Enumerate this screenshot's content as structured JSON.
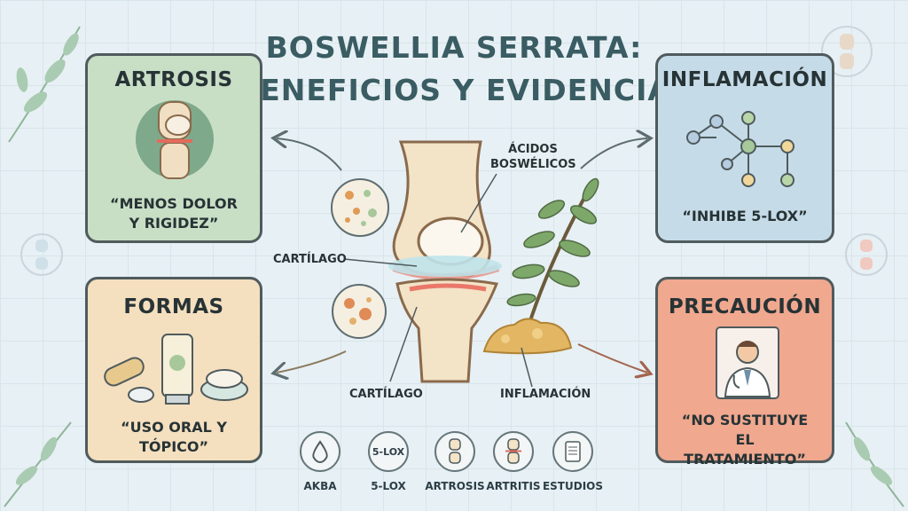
{
  "title": {
    "line1": "BOSWELLIA SERRATA:",
    "line2": "BENEFICIOS Y EVIDENCIA"
  },
  "cards": {
    "artrosis": {
      "heading": "ARTROSIS",
      "quote": "“MENOS DOLOR Y RIGIDEZ”"
    },
    "inflamacion": {
      "heading": "INFLAMACIÓN",
      "quote": "“INHIBE 5-LOX”"
    },
    "formas": {
      "heading": "FORMAS",
      "quote": "“USO ORAL Y TÓPICO”"
    },
    "precaucion": {
      "heading": "PRECAUCIÓN",
      "quote": "“NO SUSTITUYE EL TRATAMIENTO”"
    }
  },
  "labels": {
    "acidos": "ÁCIDOS BOSWÉLICOS",
    "cartilago_top": "CARTÍLAGO",
    "cartilago_bottom": "CARTÍLAGO",
    "inflamacion": "INFLAMACIÓN"
  },
  "bottom_icons": [
    {
      "label": "AKBA",
      "icon": "drop-icon"
    },
    {
      "label": "5-LOX",
      "icon_text": "5-LOX"
    },
    {
      "label": "ARTROSIS",
      "icon": "knee-icon"
    },
    {
      "label": "ARTRITIS",
      "icon": "inflamed-joint-icon"
    },
    {
      "label": "ESTUDIOS",
      "icon": "document-icon"
    }
  ],
  "colors": {
    "background": "#e7f0f4",
    "artrosis": "#c8dfc6",
    "inflamacion": "#c6dbe8",
    "formas": "#f4dfbf",
    "precaucion": "#f0a88f"
  }
}
